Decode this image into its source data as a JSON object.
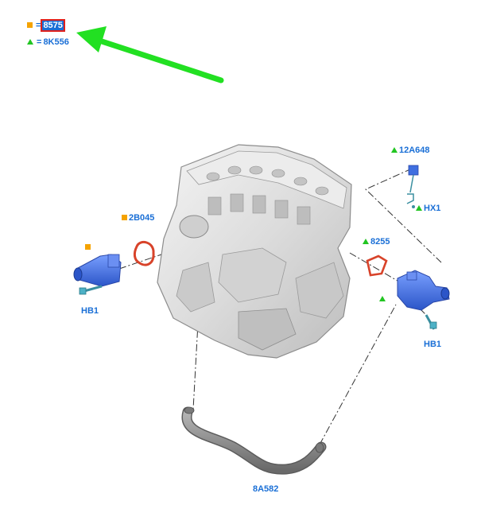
{
  "legend": [
    {
      "marker": "orange-square",
      "eq": "=",
      "code": "8575",
      "highlighted": true
    },
    {
      "marker": "green-triangle",
      "eq": "=",
      "code": "8K556",
      "highlighted": false
    }
  ],
  "callouts": {
    "orange_marker_part": "",
    "gasket_left": "2B045",
    "bolt_left": "HB1",
    "sensor_top": "12A648",
    "connector": "HX1",
    "gasket_right": "8255",
    "green_marker_part": "",
    "bolt_right": "HB1",
    "hose": "8A582"
  },
  "colors": {
    "part_blue": "#3f6fe0",
    "gasket_red": "#d8432a",
    "arrow_green": "#22e022",
    "label_blue": "#1a6fd6",
    "highlight_red": "#e0201b",
    "orange_marker": "#f5a300",
    "green_marker": "#22c522"
  }
}
